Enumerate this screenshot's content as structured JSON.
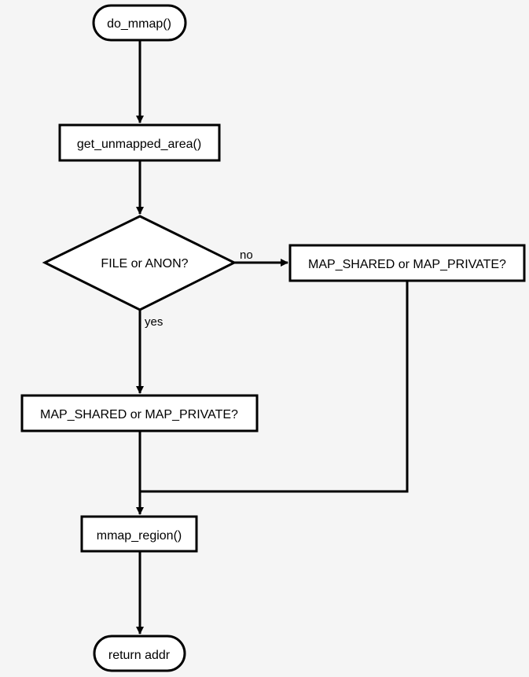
{
  "nodes": {
    "start": "do_mmap()",
    "get_area": "get_unmapped_area()",
    "decision": "FILE or ANON?",
    "anon_type": "MAP_SHARED or MAP_PRIVATE?",
    "file_type": "MAP_SHARED or MAP_PRIVATE?",
    "mmap_region": "mmap_region()",
    "end": "return addr"
  },
  "edges": {
    "no_label": "no",
    "yes_label": "yes"
  },
  "colors": {
    "background": "#f5f5f5",
    "stroke": "#000000",
    "fill": "#ffffff"
  }
}
